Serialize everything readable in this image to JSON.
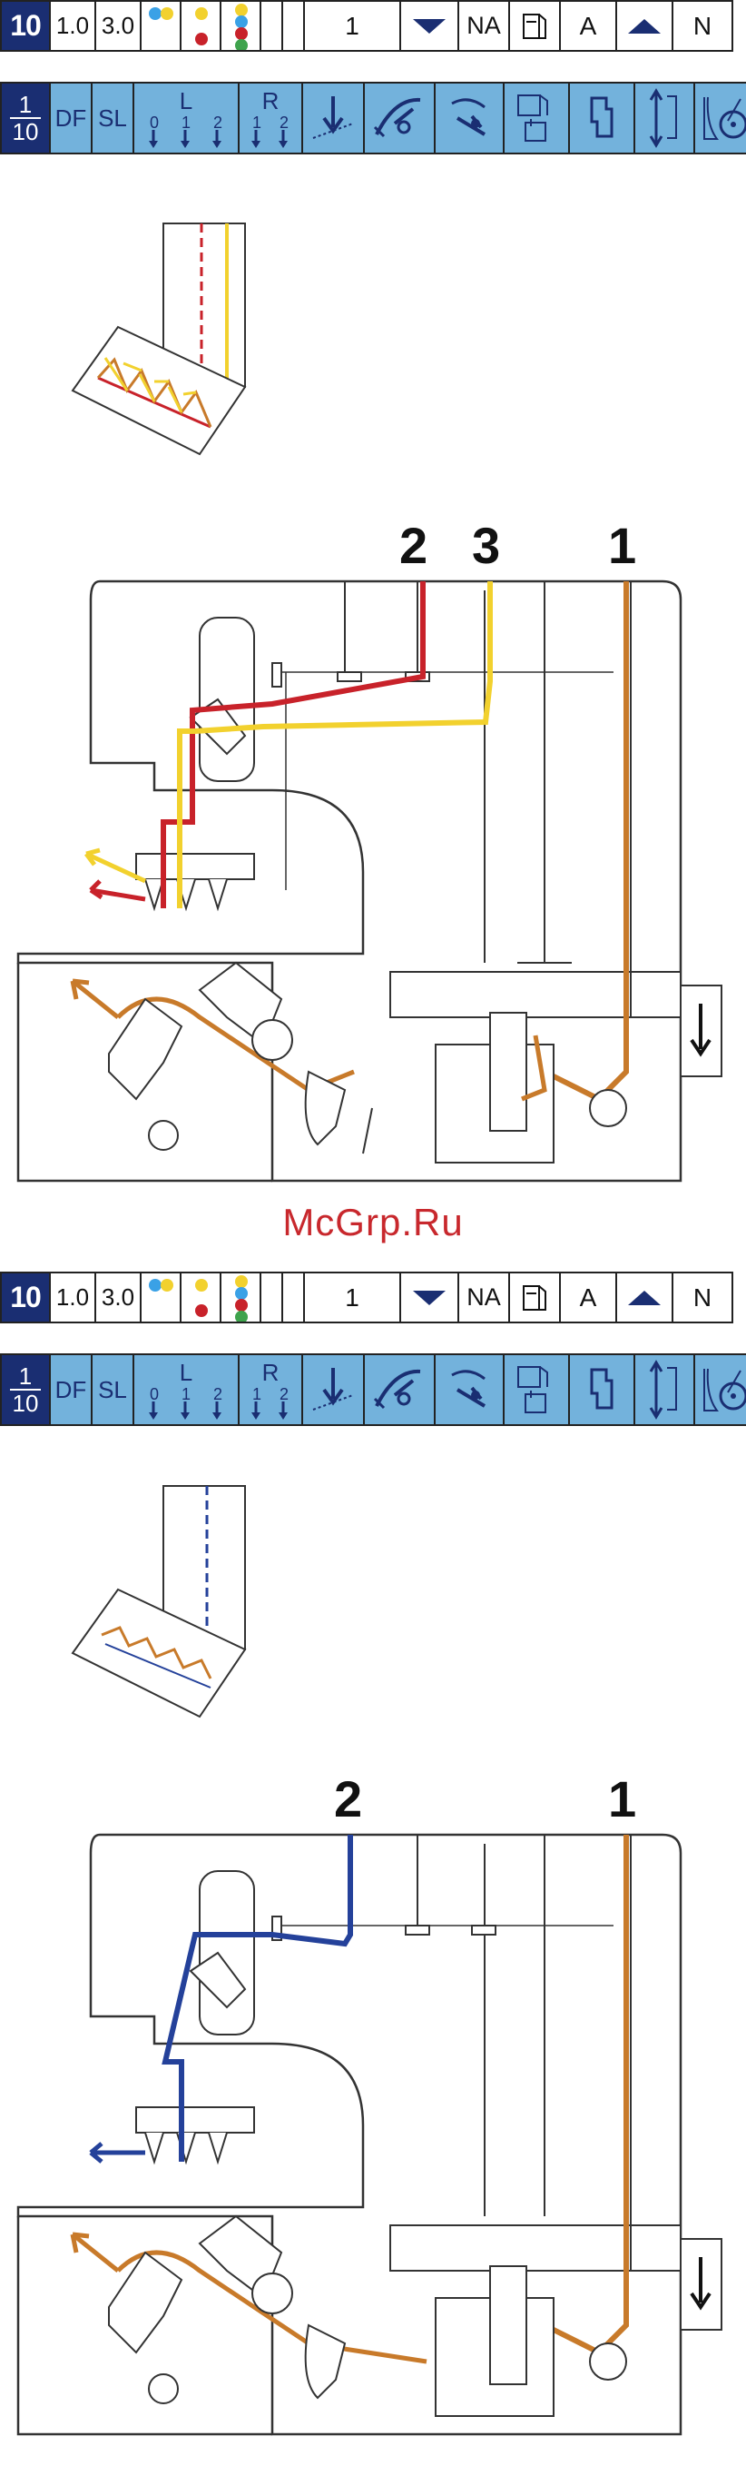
{
  "watermark": "McGrp.Ru",
  "colors": {
    "red": "#c8222a",
    "yellow": "#f2d12e",
    "orange": "#c87a2a",
    "blue": "#24419a",
    "panel_blue": "#73b2dc",
    "navy": "#1a2e72"
  },
  "panels": [
    {
      "top_row": {
        "number": "10",
        "stitch_length": "1.0",
        "stitch_width": "3.0",
        "dots_a": [
          "blue",
          "yellow"
        ],
        "dots_b": [
          "yellow",
          "red"
        ],
        "dots_c": [
          "yellow",
          "blue",
          "red",
          "green"
        ],
        "needle": "1",
        "tension": "NA",
        "knife": "A",
        "last": "N"
      },
      "bottom_row": {
        "frac_num": "1",
        "frac_den": "10",
        "df": "DF",
        "sl": "SL",
        "l": "L",
        "r": "R",
        "l_scale": [
          "0",
          "1",
          "2"
        ],
        "r_scale": [
          "1",
          "2"
        ]
      },
      "thread_labels": [
        "2",
        "3",
        "1"
      ]
    },
    {
      "top_row": {
        "number": "10",
        "stitch_length": "1.0",
        "stitch_width": "3.0",
        "dots_a": [
          "blue",
          "yellow"
        ],
        "dots_b": [
          "yellow",
          "red"
        ],
        "dots_c": [
          "yellow",
          "blue",
          "red",
          "green"
        ],
        "needle": "1",
        "tension": "NA",
        "knife": "A",
        "last": "N"
      },
      "bottom_row": {
        "frac_num": "1",
        "frac_den": "10",
        "df": "DF",
        "sl": "SL",
        "l": "L",
        "r": "R",
        "l_scale": [
          "0",
          "1",
          "2"
        ],
        "r_scale": [
          "1",
          "2"
        ]
      },
      "thread_labels": [
        "2",
        "1"
      ]
    }
  ]
}
